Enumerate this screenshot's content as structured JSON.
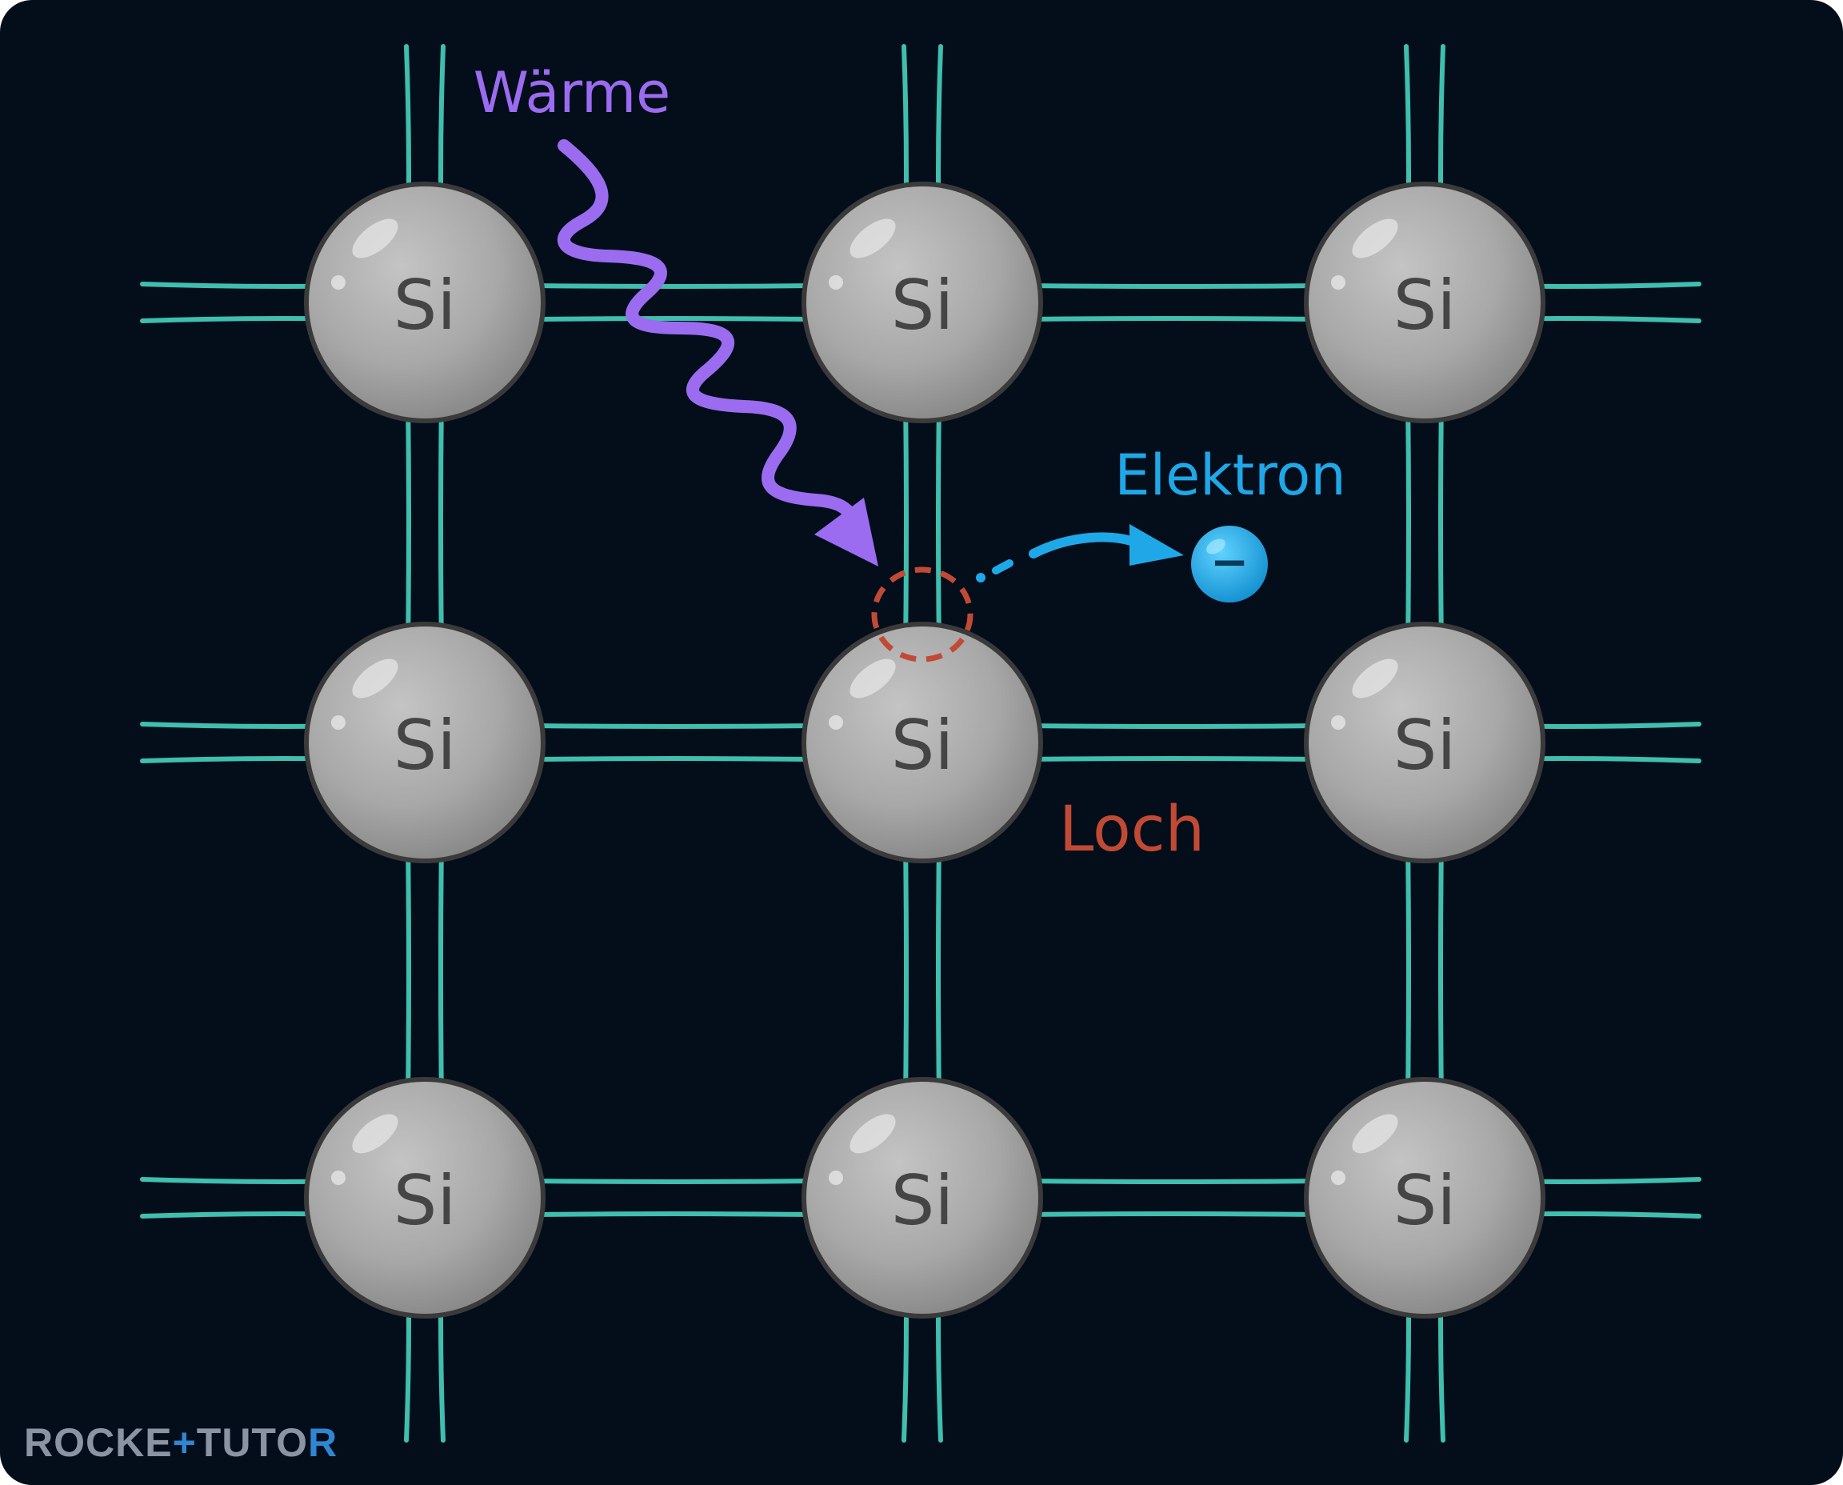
{
  "atoms": [
    {
      "label": "Si"
    },
    {
      "label": "Si"
    },
    {
      "label": "Si"
    },
    {
      "label": "Si"
    },
    {
      "label": "Si"
    },
    {
      "label": "Si"
    },
    {
      "label": "Si"
    },
    {
      "label": "Si"
    },
    {
      "label": "Si"
    }
  ],
  "labels": {
    "heat": "Wärme",
    "electron": "Elektron",
    "hole": "Loch",
    "electron_charge": "−"
  },
  "branding": {
    "part1": "ROCKE",
    "cross": "+",
    "part2": "TUTO",
    "part3": "R"
  },
  "colors": {
    "background": "#040e1b",
    "bond": "#3fbfad",
    "atom": "#9e9e9e",
    "heat": "#9b6cf0",
    "electron": "#1fa8e8",
    "hole": "#c24a35"
  }
}
